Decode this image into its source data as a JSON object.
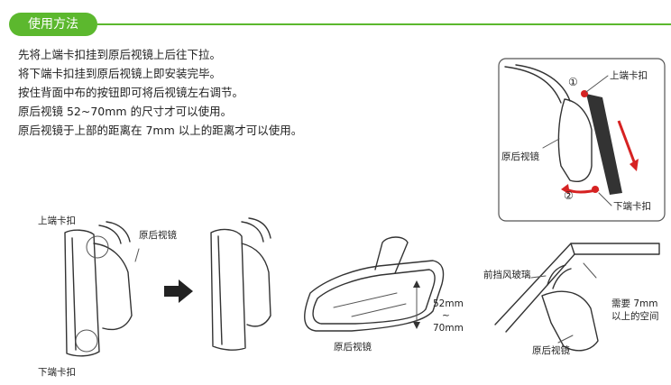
{
  "header": {
    "title": "使用方法"
  },
  "instructions": [
    "先将上端卡扣挂到原后视镜上后往下拉。",
    "将下端卡扣挂到原后视镜上即安装完毕。",
    "按住背面中布的按钮即可将后视镜左右调节。",
    "原后视镜 52~70mm 的尺寸才可以使用。",
    "原后视镜于上部的距离在 7mm 以上的距离才可以使用。"
  ],
  "inset": {
    "top_clip": "上端卡扣",
    "original_mirror": "原后视镜",
    "bottom_clip": "下端卡扣",
    "step1": "①",
    "step2": "②"
  },
  "diagram1": {
    "top_clip": "上端卡扣",
    "original_mirror": "原后视镜",
    "bottom_clip": "下端卡扣"
  },
  "diagram3": {
    "size_top": "52mm",
    "size_tilde": "~",
    "size_bottom": "70mm",
    "label": "原后视镜"
  },
  "diagram4": {
    "windshield": "前挡风玻璃",
    "gap_line1": "需要 7mm",
    "gap_line2": "以上的空间",
    "label": "原后视镜"
  },
  "colors": {
    "accent": "#5cb82e",
    "arrow_red": "#d62222"
  }
}
